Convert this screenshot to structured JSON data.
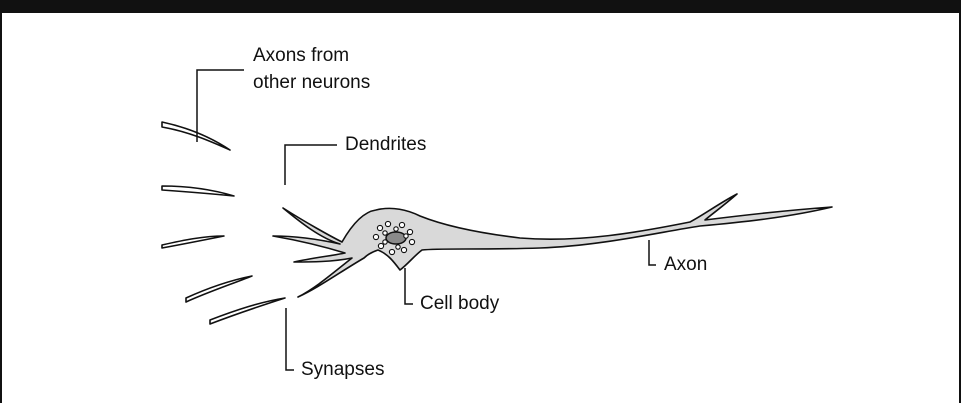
{
  "labels": {
    "axons_from": "Axons from",
    "other_neurons": "other neurons",
    "dendrites": "Dendrites",
    "axon": "Axon",
    "cell_body": "Cell body",
    "synapses": "Synapses"
  },
  "colors": {
    "ink": "#111111",
    "cell_fill": "#d9d9d9",
    "nucleus_fill": "#8a8a8a",
    "background": "#ffffff"
  }
}
